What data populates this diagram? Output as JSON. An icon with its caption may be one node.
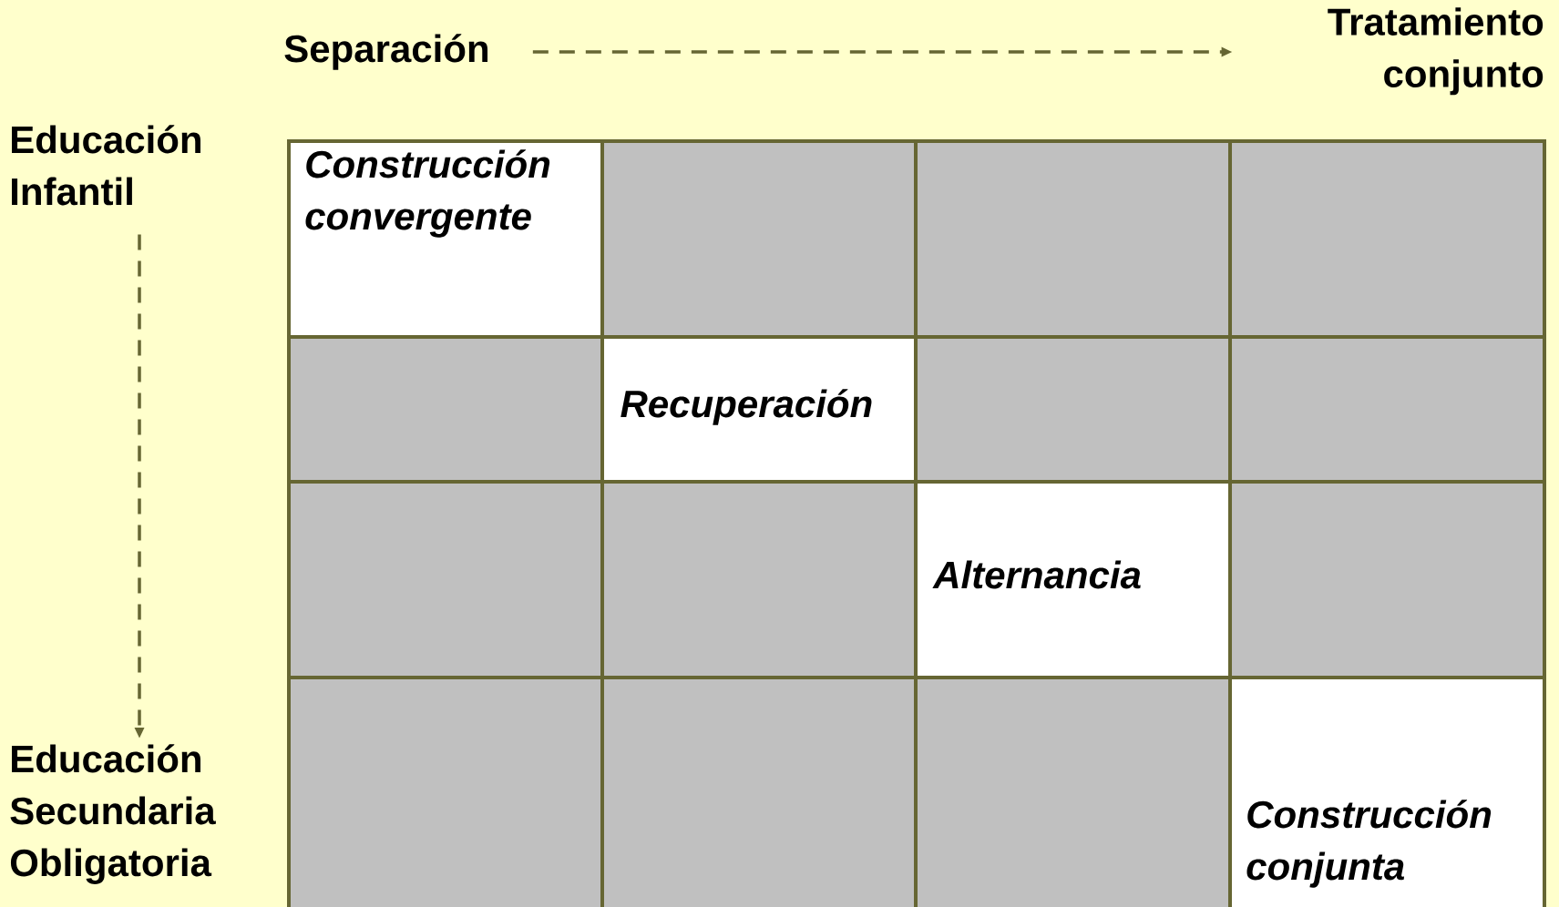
{
  "diagram": {
    "nodes": [
      {
        "text": [
          "Separación"
        ]
      },
      {
        "text": [
          "Tratamiento conjunto"
        ]
      },
      {
        "text": [
          "Educación Infantil"
        ]
      },
      {
        "text": [
          "Educación Secundaria Obligatoria"
        ]
      },
      {
        "text": [
          "Construcción convergente"
        ]
      },
      {
        "text": [],
        "shape": "box"
      },
      {
        "text": [],
        "shape": "box"
      },
      {
        "text": [],
        "shape": "box"
      },
      {
        "text": [],
        "shape": "box"
      },
      {
        "text": [
          "Recuperación"
        ]
      },
      {
        "text": [],
        "shape": "box"
      },
      {
        "text": [],
        "shape": "box"
      },
      {
        "text": [],
        "shape": "box"
      },
      {
        "text": [],
        "shape": "box"
      },
      {
        "text": [
          "Alternancia"
        ]
      },
      {
        "text": [],
        "shape": "box"
      },
      {
        "text": [],
        "shape": "box"
      },
      {
        "text": [],
        "shape": "box"
      },
      {
        "text": [],
        "shape": "box"
      },
      {
        "text": [
          "Construcción conjunta"
        ]
      }
    ],
    "edges": [
      {
        "from": 0,
        "to": 1,
        "arrow": "to",
        "style": "dashed"
      },
      {
        "from": 2,
        "to": 3,
        "arrow": "to",
        "style": "dashed"
      }
    ]
  }
}
